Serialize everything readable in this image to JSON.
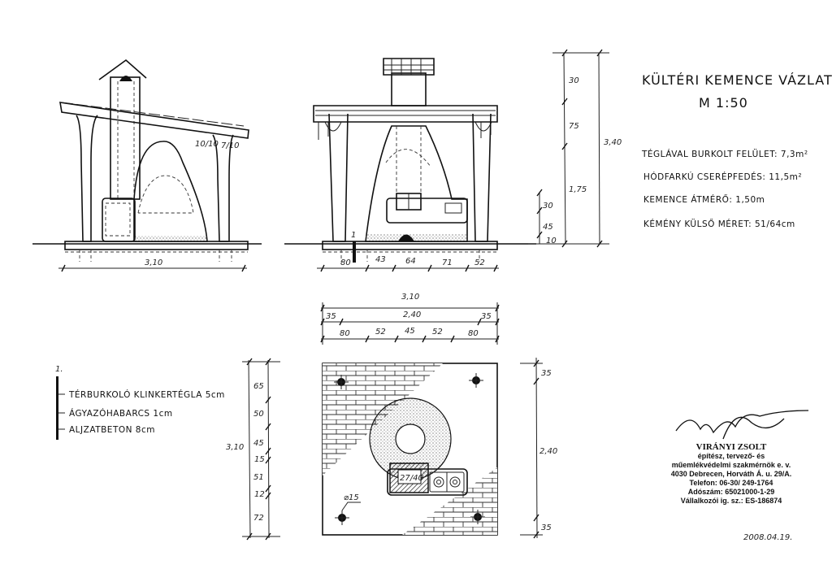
{
  "title": {
    "main": "KÜLTÉRI KEMENCE VÁZLAT",
    "scale": "M 1:50"
  },
  "info": [
    "TÉGLÁVAL BURKOLT FELÜLET: 7,3m²",
    "HÓDFARKÚ CSERÉPFEDÉS: 11,5m²",
    "KEMENCE ÁTMÉRŐ: 1,50m",
    "KÉMÉNY KÜLSŐ MÉRET: 51/64cm"
  ],
  "side_elevation": {
    "width_dim": "3,10",
    "beam_label_1": "10/10",
    "beam_label_2": "7/10"
  },
  "front_elevation": {
    "bottom_dims": [
      "80",
      "43",
      "64",
      "71",
      "52"
    ],
    "section_marker": "1",
    "right_dims_outer": "3,40",
    "right_dims_inner": [
      "30",
      "75",
      "1,75"
    ],
    "right_dims_small": [
      "30",
      "45",
      "10"
    ]
  },
  "plan_dims": {
    "total": "3,10",
    "row2": [
      "35",
      "2,40",
      "35"
    ],
    "row3": [
      "80",
      "52",
      "45",
      "52",
      "80"
    ],
    "right": [
      "35",
      "2,40",
      "35"
    ],
    "left_total": "3,10",
    "left": [
      "65",
      "50",
      "45",
      "15",
      "51",
      "12",
      "72"
    ],
    "flue_label": "27/40",
    "post_label": "⌀15"
  },
  "legend": {
    "number": "1.",
    "layers": [
      "TÉRBURKOLÓ KLINKERTÉGLA 5cm",
      "ÁGYAZÓHABARCS 1cm",
      "ALJZATBETON 8cm"
    ]
  },
  "stamp": {
    "name": "VIRÁNYI ZSOLT",
    "lines": [
      "építész, tervező- és",
      "műemlékvédelmi szakmérnök e. v.",
      "4030 Debrecen, Horváth Á. u. 29/A.",
      "Telefon: 06-30/ 249-1764",
      "Adószám: 65021000-1-29",
      "Vállalkozói ig. sz.: ES-186874"
    ]
  },
  "date": "2008.04.19."
}
